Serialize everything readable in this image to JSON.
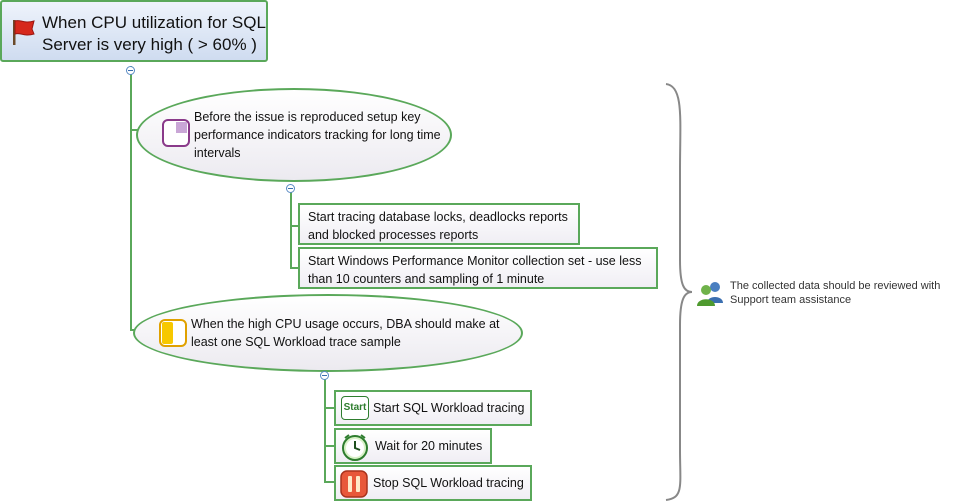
{
  "root": {
    "label": "When CPU utilization for SQL Server is very high ( > 60% )"
  },
  "topics": [
    {
      "label": "Before the issue is reproduced setup key performance  indicators tracking for long time intervals",
      "subtopics": [
        {
          "label": "Start tracing database locks, deadlocks reports and blocked processes reports"
        },
        {
          "label": "Start Windows Performance Monitor collection set  - use less than 10 counters and sampling of 1 minute"
        }
      ]
    },
    {
      "label": "When the high CPU usage occurs, DBA should make at least one SQL Workload trace sample",
      "subtopics": [
        {
          "label": "Start SQL Workload tracing",
          "icon_text": "Start"
        },
        {
          "label": "Wait for 20 minutes"
        },
        {
          "label": "Stop SQL Workload tracing"
        }
      ]
    }
  ],
  "callout": {
    "label": "The collected data should be reviewed with Support team assistance"
  },
  "colors": {
    "branch": "#5aa85a",
    "accent": "#3b6fb0"
  }
}
